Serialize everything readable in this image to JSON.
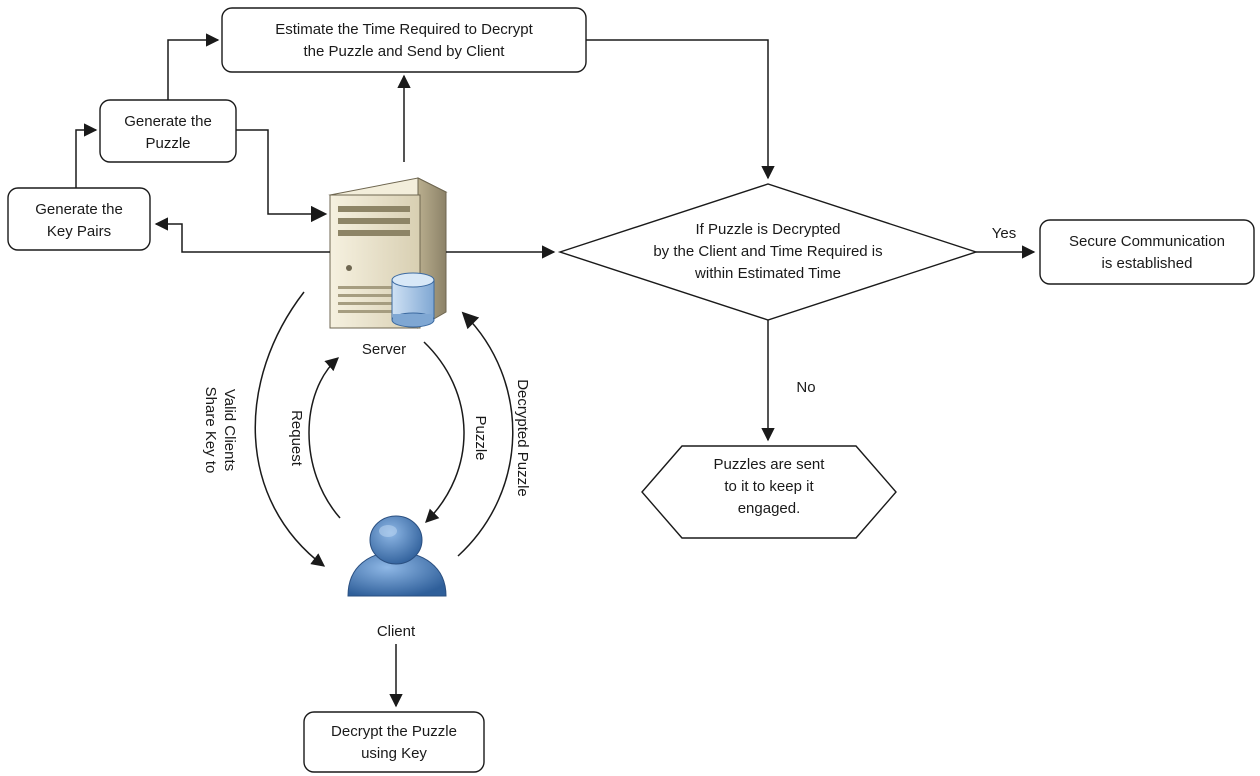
{
  "nodes": {
    "estimate_time": {
      "lines": [
        "Estimate the Time Required to Decrypt",
        "the Puzzle and Send by Client"
      ]
    },
    "generate_puzzle": {
      "lines": [
        "Generate the",
        "Puzzle"
      ]
    },
    "generate_key_pairs": {
      "lines": [
        "Generate the",
        "Key Pairs"
      ]
    },
    "decision": {
      "lines": [
        "If Puzzle is Decrypted",
        "by the Client and Time Required is",
        "within Estimated Time"
      ]
    },
    "secure_communication": {
      "lines": [
        "Secure Communication",
        "is established"
      ]
    },
    "puzzles_sent": {
      "lines": [
        "Puzzles are sent",
        "to it to keep it",
        "engaged."
      ]
    },
    "server": {
      "label": "Server",
      "icon": "server-icon"
    },
    "client": {
      "label": "Client",
      "icon": "user-icon"
    },
    "decrypt_puzzle": {
      "lines": [
        "Decrypt the Puzzle",
        "using Key"
      ]
    }
  },
  "edges": {
    "yes": "Yes",
    "no": "No",
    "share_key": [
      "Share Key to",
      "Valid Clients"
    ],
    "request": "Request",
    "puzzle": "Puzzle",
    "decrypted_puzzle": "Decrypted Puzzle"
  },
  "colors": {
    "stroke": "#1a1a1a",
    "text": "#1a1a1a",
    "server_body": "#e9e1c9",
    "user_body": "#5b8fc7",
    "database": "#a9c6e8"
  }
}
